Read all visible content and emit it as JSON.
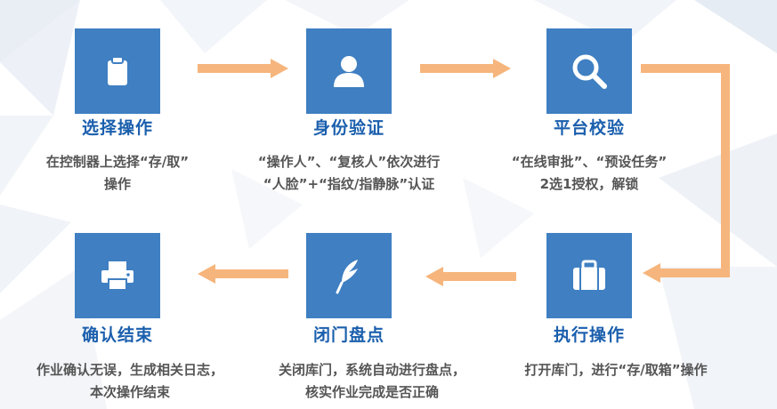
{
  "steps": [
    {
      "id": "select",
      "title": "选择操作",
      "desc1": "在控制器上选择“存/取”",
      "desc2": "操作",
      "icon": "clipboard-icon"
    },
    {
      "id": "identity",
      "title": "身份验证",
      "desc1": "“操作人”、“复核人”依次进行",
      "desc2": "“人脸”+“指纹/指静脉”认证",
      "icon": "user-icon"
    },
    {
      "id": "platform",
      "title": "平台校验",
      "desc1": "“在线审批”、“预设任务”",
      "desc2": "2选1授权，解锁",
      "icon": "search-icon"
    },
    {
      "id": "execute",
      "title": "执行操作",
      "desc1": "打开库门，进行“存/取箱”操作",
      "desc2": "",
      "icon": "briefcase-icon"
    },
    {
      "id": "inventory",
      "title": "闭门盘点",
      "desc1": "关闭库门，系统自动进行盘点，",
      "desc2": "核实作业完成是否正确",
      "icon": "feather-icon"
    },
    {
      "id": "confirm",
      "title": "确认结束",
      "desc1": "作业确认无误，生成相关日志，",
      "desc2": "本次操作结束",
      "icon": "printer-icon"
    }
  ],
  "colors": {
    "box": "#3f7fc2",
    "title": "#1b5fad",
    "arrow": "#f6b57c",
    "text": "#555555"
  }
}
